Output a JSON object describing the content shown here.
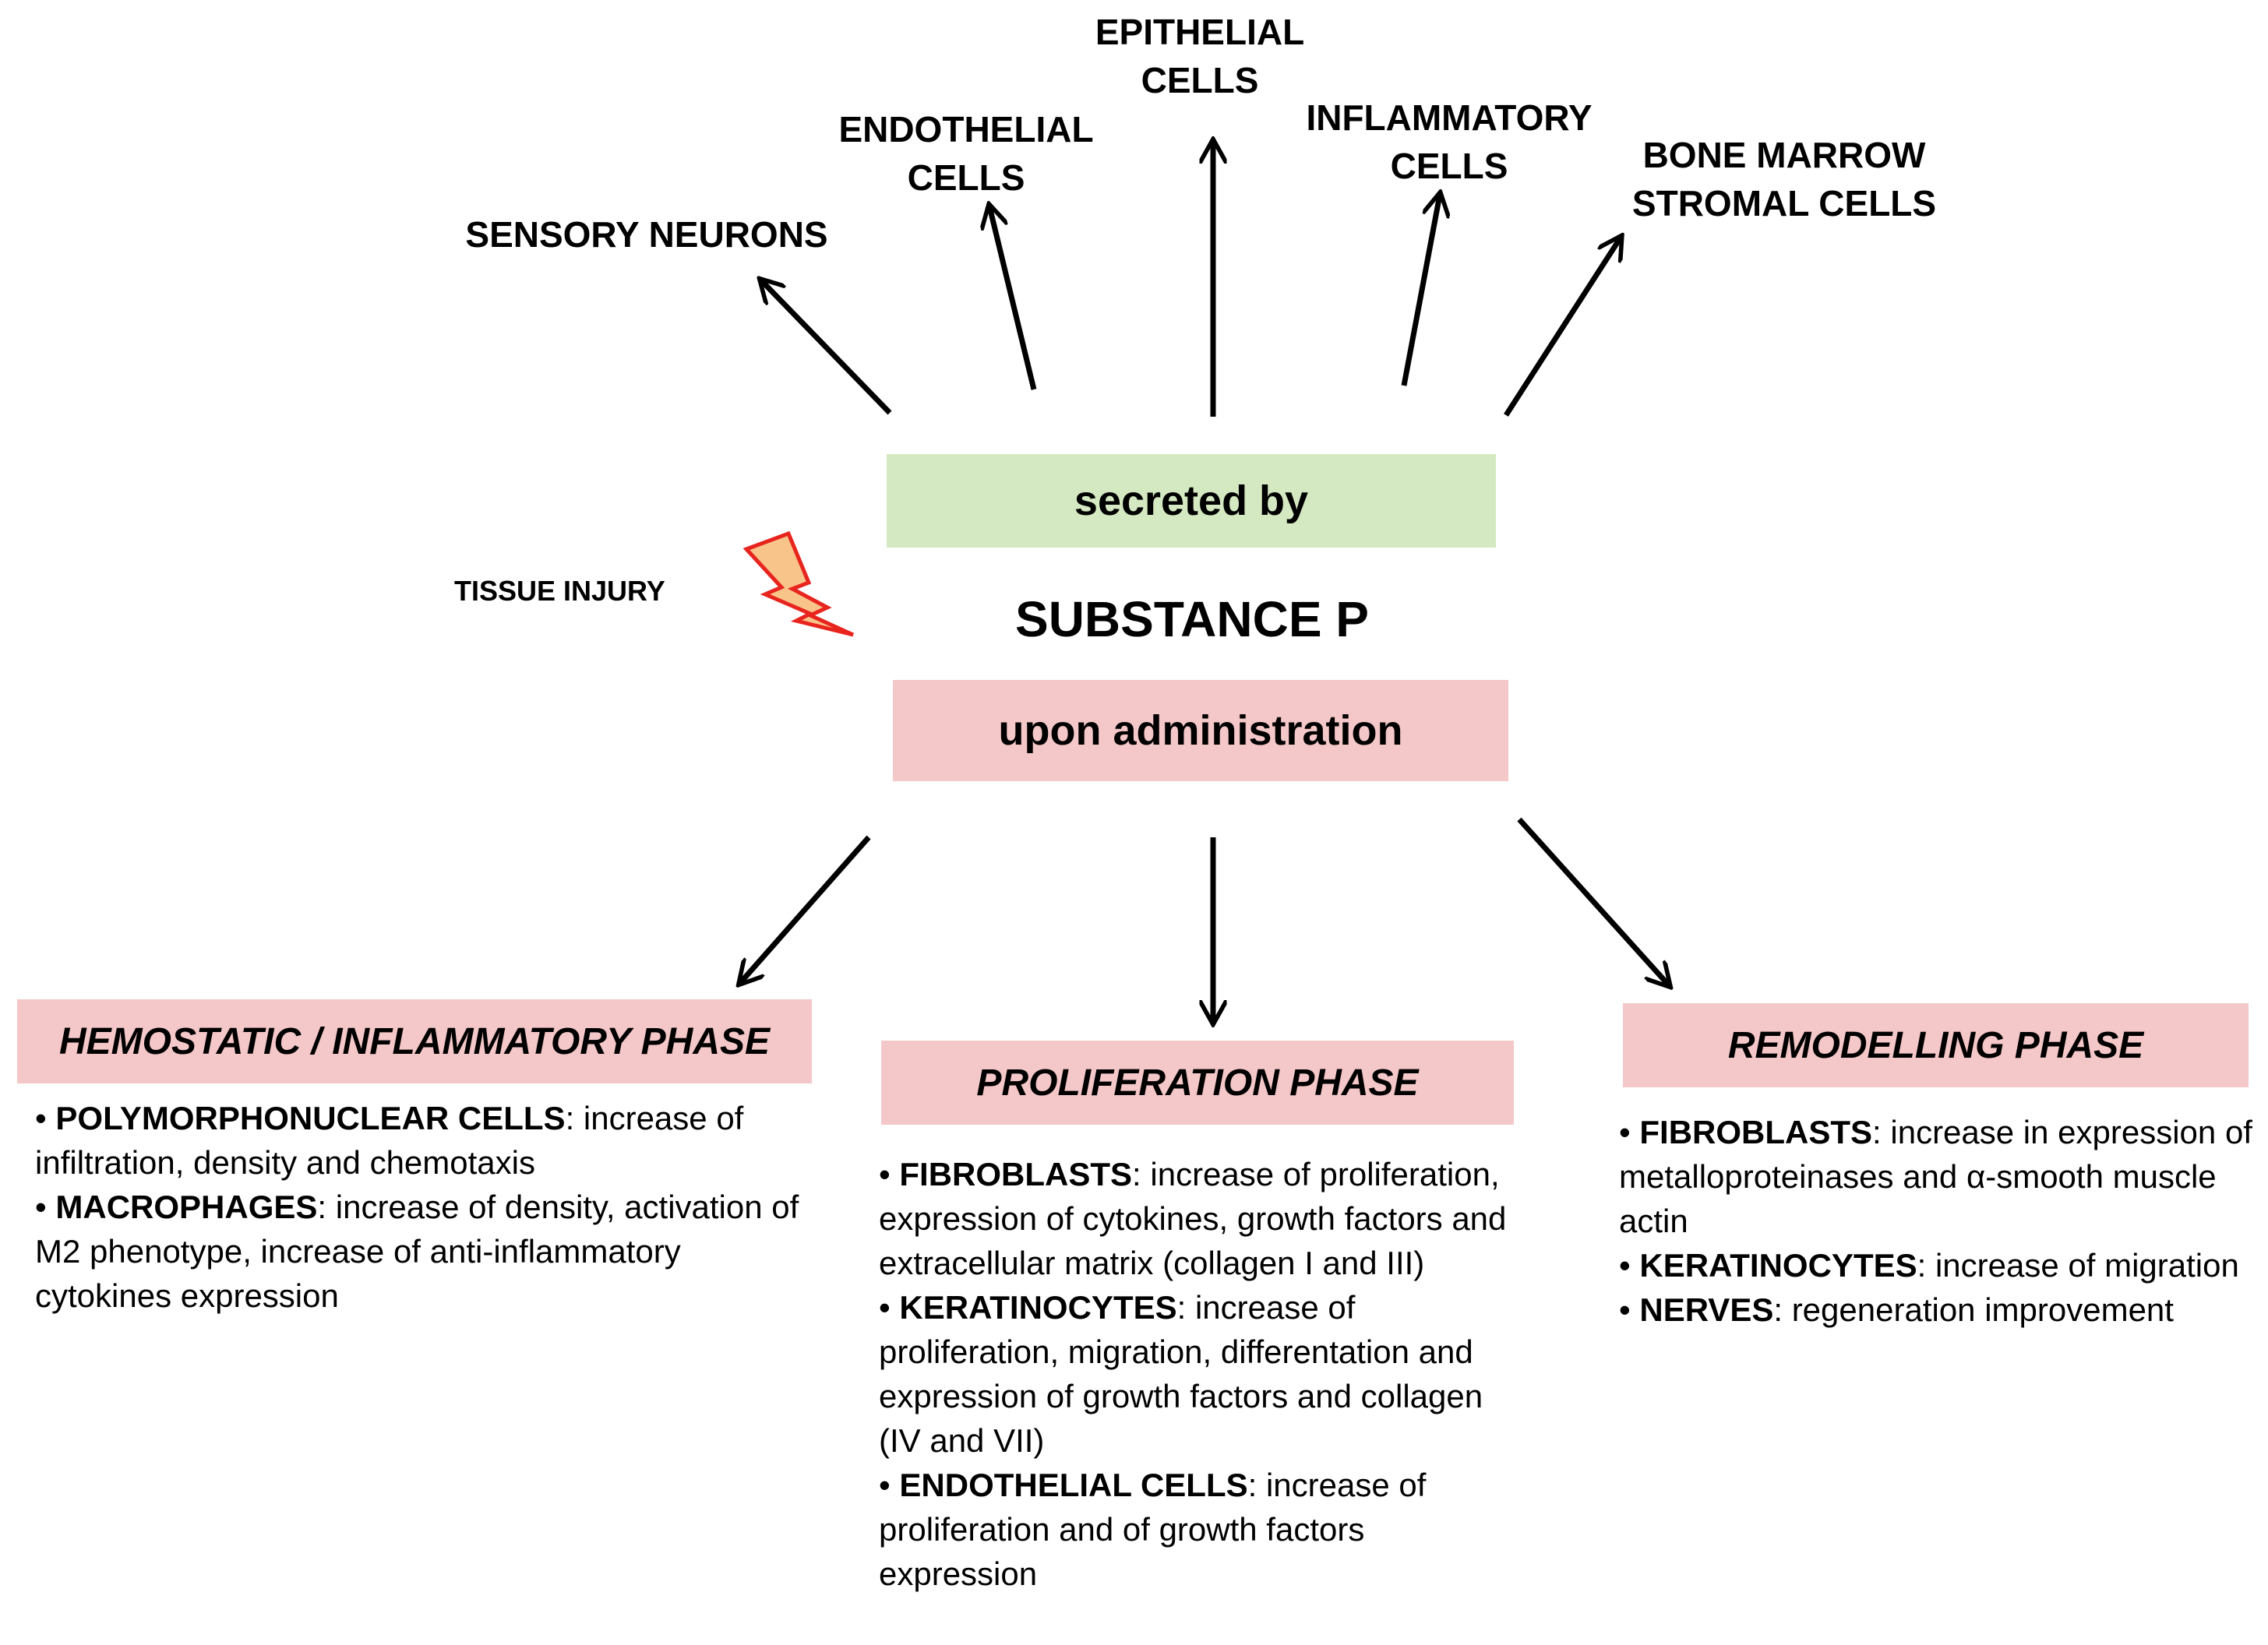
{
  "sources": [
    {
      "id": "sensory",
      "lines": [
        "SENSORY NEURONS"
      ]
    },
    {
      "id": "endothelial",
      "lines": [
        "ENDOTHELIAL",
        "CELLS"
      ]
    },
    {
      "id": "epithelial",
      "lines": [
        "EPITHELIAL",
        "CELLS"
      ]
    },
    {
      "id": "inflammatory",
      "lines": [
        "INFLAMMATORY",
        "CELLS"
      ]
    },
    {
      "id": "bone-marrow",
      "lines": [
        "BONE MARROW",
        "STROMAL CELLS"
      ]
    }
  ],
  "secreted_label": "secreted by",
  "center_title": "SUBSTANCE P",
  "injury_label": "TISSUE INJURY",
  "administration_label": "upon administration",
  "phases": [
    {
      "title": "HEMOSTATIC / INFLAMMATORY PHASE",
      "items": [
        {
          "bullet": "•",
          "term": "POLYMORPHONUCLEAR CELLS",
          "text": ": increase of infiltration, density and chemotaxis"
        },
        {
          "bullet": "•",
          "term": "MACROPHAGES",
          "text": ": increase of density, activation of M2 phenotype, increase of anti-inflammatory cytokines expression"
        }
      ]
    },
    {
      "title": "PROLIFERATION PHASE",
      "items": [
        {
          "bullet": "•",
          "term": "FIBROBLASTS",
          "text": ": increase of proliferation, expression of cytokines, growth factors and extracellular matrix (collagen I and III)"
        },
        {
          "bullet": "•",
          "term": "KERATINOCYTES",
          "text": ": increase of proliferation, migration, differentation and expression of growth factors and collagen (IV and VII)"
        },
        {
          "bullet": "•",
          "term": "ENDOTHELIAL CELLS",
          "text": ": increase of proliferation and of growth factors expression"
        }
      ]
    },
    {
      "title": "REMODELLING PHASE",
      "items": [
        {
          "bullet": "•",
          "term": "FIBROBLASTS",
          "text": ": increase in expression of metalloproteinases and α-smooth muscle actin"
        },
        {
          "bullet": "•",
          "term": "KERATINOCYTES",
          "text": ": increase of migration"
        },
        {
          "bullet": "•",
          "term": "NERVES",
          "text": ": regeneration improvement"
        }
      ]
    }
  ],
  "colors": {
    "secreted_box": "#d4e8c1",
    "pink_box": "#f4c7c8",
    "lightning_fill": "#f9c48a",
    "lightning_stroke": "#e8241f",
    "arrow": "#000000"
  },
  "icons": {
    "injury": "lightning-bolt-icon"
  }
}
